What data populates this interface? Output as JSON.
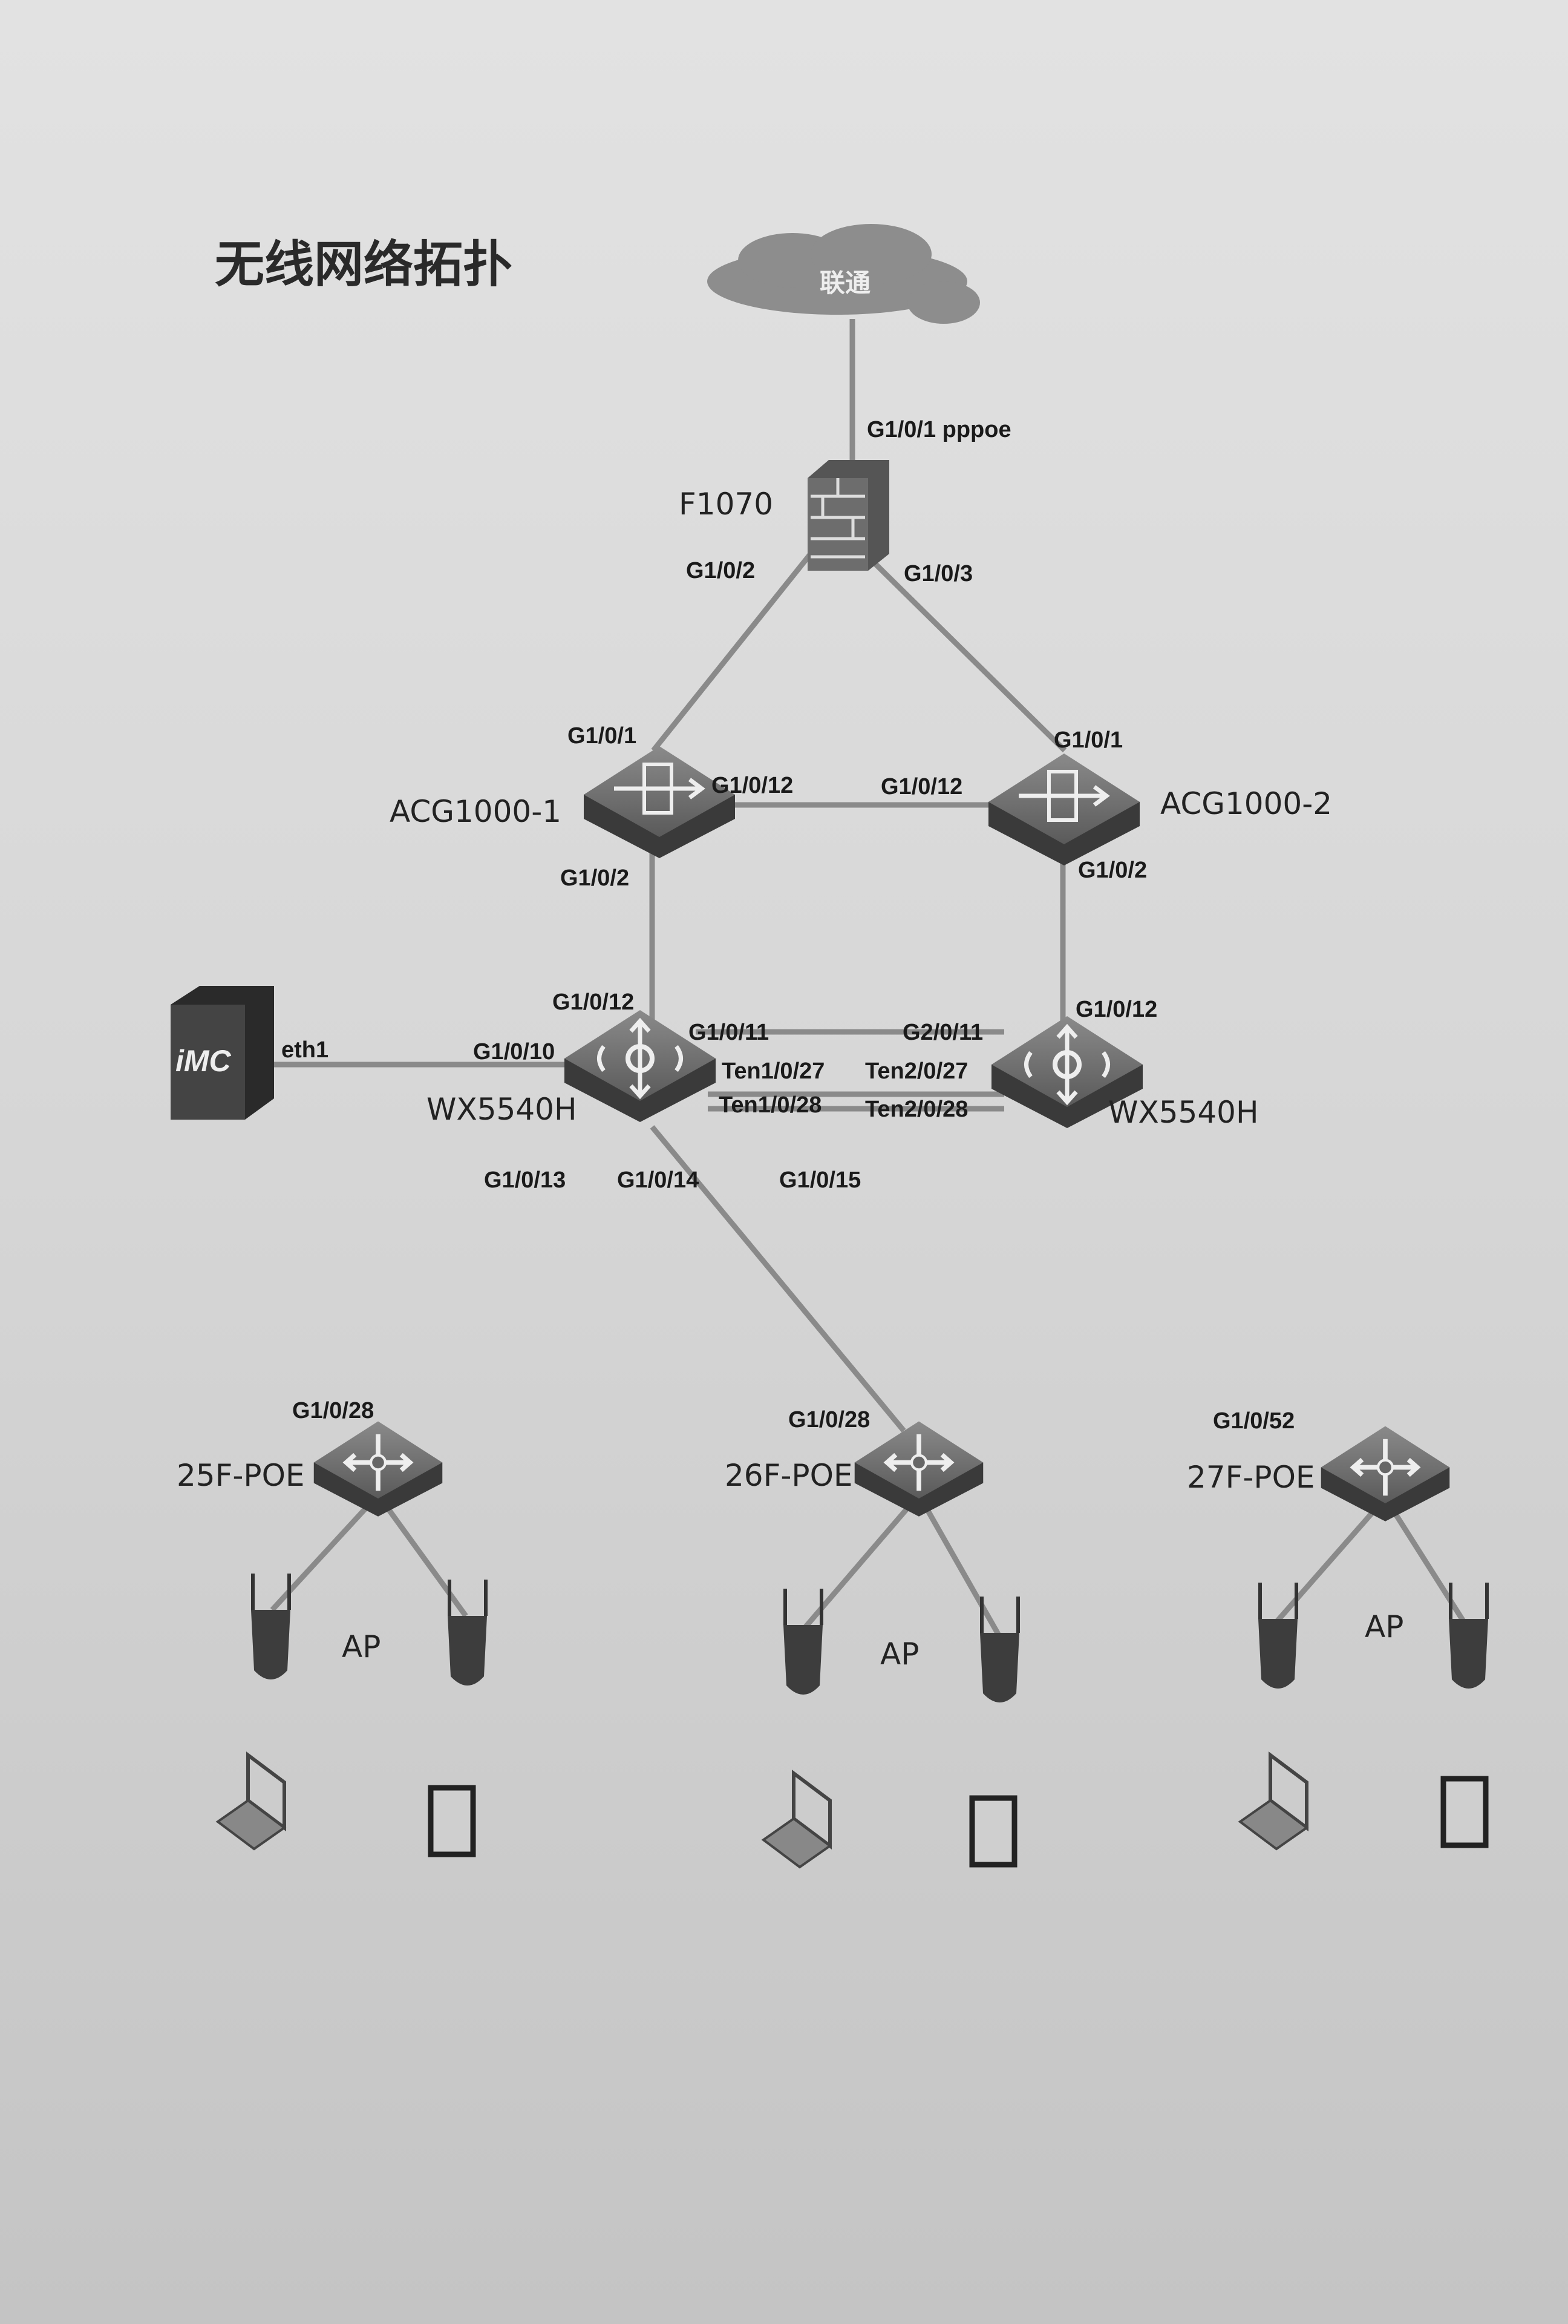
{
  "title": "无线网络拓扑",
  "isp": {
    "name": "联通",
    "icon": "cloud-icon"
  },
  "firewall": {
    "name": "F1070",
    "uplink_port": "G1/0/1 pppoe",
    "port_left": "G1/0/2",
    "port_right": "G1/0/3",
    "icon": "firewall-icon"
  },
  "acg1": {
    "name": "ACG1000-1",
    "port_up": "G1/0/1",
    "port_peer": "G1/0/12",
    "port_down": "G1/0/2"
  },
  "acg2": {
    "name": "ACG1000-2",
    "port_up": "G1/0/1",
    "port_peer": "G1/0/12",
    "port_down": "G1/0/2"
  },
  "wx1": {
    "name": "WX5540H",
    "port_up": "G1/0/12",
    "port_imc": "G1/0/10",
    "port_peer": "G1/0/11",
    "ten1": "Ten1/0/27",
    "ten2": "Ten1/0/28",
    "down_ports": [
      "G1/0/13",
      "G1/0/14",
      "G1/0/15"
    ]
  },
  "wx2": {
    "name": "WX5540H",
    "port_up": "G1/0/12",
    "port_peer": "G2/0/11",
    "ten1": "Ten2/0/27",
    "ten2": "Ten2/0/28"
  },
  "imc": {
    "label": "iMC",
    "port": "eth1"
  },
  "floors": [
    {
      "name": "25F-POE",
      "uplink": "G1/0/28",
      "ap_label": "AP"
    },
    {
      "name": "26F-POE",
      "uplink": "G1/0/28",
      "ap_label": "AP"
    },
    {
      "name": "27F-POE",
      "uplink": "G1/0/52",
      "ap_label": "AP"
    }
  ]
}
